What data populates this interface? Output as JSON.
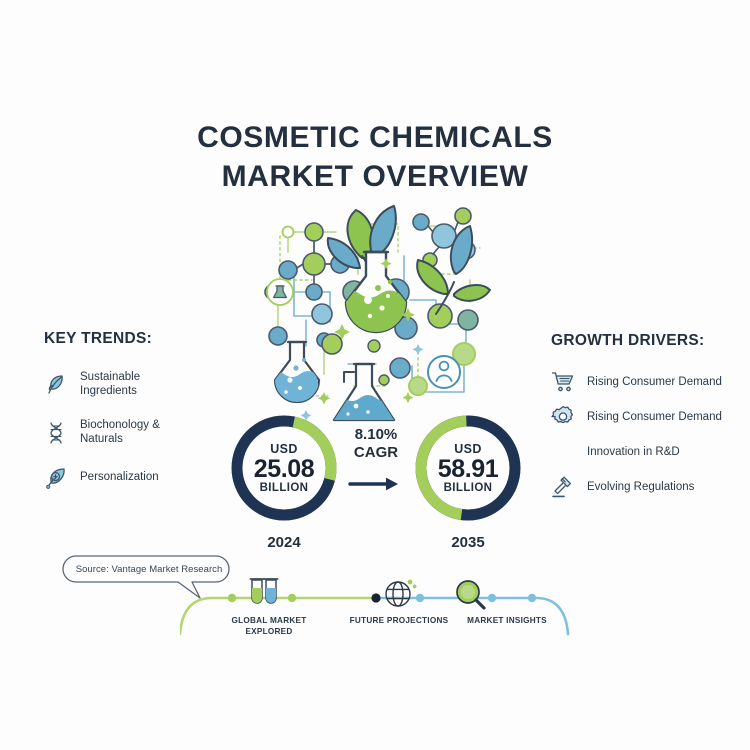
{
  "background_color": "#fdfdfd",
  "colors": {
    "navy": "#1f3352",
    "green": "#a4ce5c",
    "blue": "#6aabc9",
    "light_blue": "#8fc6dd",
    "dark_text": "#24303f",
    "line_blue": "#7fc0de",
    "line_green": "#b5d472"
  },
  "title": {
    "line1": "COSMETIC CHEMICALS",
    "line2": "MARKET OVERVIEW"
  },
  "hero": {
    "name": "cosmetic-chemistry-illustration",
    "elements": [
      "flask-green",
      "flask-blue",
      "beaker-blue",
      "leaves",
      "molecule-nodes",
      "network-lines",
      "sparkles",
      "user-icon"
    ]
  },
  "key_trends": {
    "heading": "KEY TRENDS:",
    "items": [
      {
        "icon": "leaf-icon",
        "label": "Sustainable\nIngredients"
      },
      {
        "icon": "dna-icon",
        "label": "Biochonology &\n Naturals"
      },
      {
        "icon": "leaf-circle-icon",
        "label": "Personalization"
      }
    ]
  },
  "growth_drivers": {
    "heading": "GROWTH DRIVERS:",
    "items": [
      {
        "icon": "shopping-cart-icon",
        "label": "Rising Consumer Demand"
      },
      {
        "icon": "gear-icon",
        "label": "Rising Consumer Demand"
      },
      {
        "icon": "",
        "label": "Innovation in R&D"
      },
      {
        "icon": "gavel-icon",
        "label": "Evolving Regulations"
      }
    ]
  },
  "market_size": {
    "start": {
      "currency": "USD",
      "value": "25.08",
      "unit": "BILLION",
      "year": "2024",
      "green_start_deg": 12,
      "green_end_deg": 104
    },
    "end": {
      "currency": "USD",
      "value": "58.91",
      "unit": "BILLION",
      "year": "2035",
      "green_start_deg": 188,
      "green_end_deg": 358
    },
    "cagr_value": "8.10%",
    "cagr_label": "CAGR",
    "arrow": "arrow-right-icon"
  },
  "source": {
    "text": "Source: Vantage Market Research"
  },
  "timeline": {
    "steps": [
      {
        "icon": "test-tubes-icon",
        "label": "GLOBAL MARKET\nEXPLORED"
      },
      {
        "icon": "globe-icon",
        "label": "FUTURE PROJECTIONS"
      },
      {
        "icon": "magnifier-icon",
        "label": "MARKET INSIGHTS"
      }
    ]
  }
}
